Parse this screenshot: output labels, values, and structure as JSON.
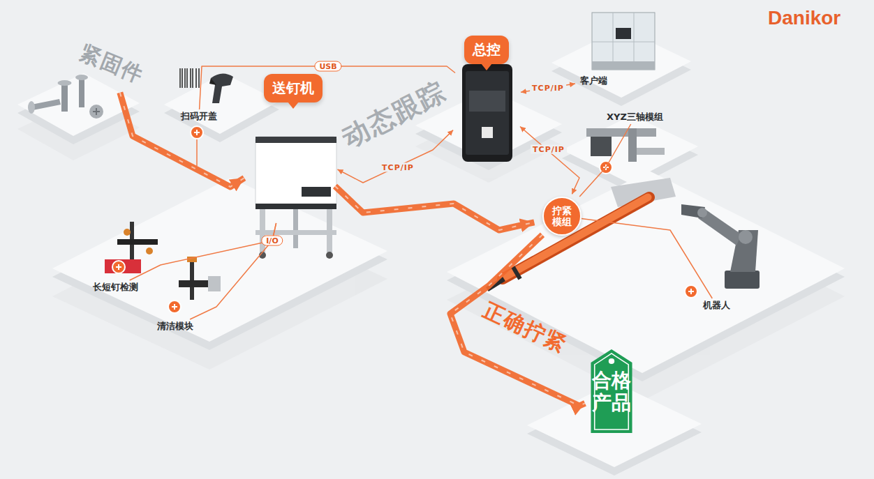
{
  "diagram": {
    "nodes": [
      {
        "text": [
          "紧固件"
        ]
      },
      {
        "text": [
          "扫码开盖"
        ]
      },
      {
        "text": [
          "送钉机"
        ]
      },
      {
        "text": [
          "长短钉检测"
        ]
      },
      {
        "text": [
          "清洁模块"
        ]
      },
      {
        "text": [
          "总控"
        ]
      },
      {
        "text": [
          "客户端"
        ]
      },
      {
        "text": [
          "XYZ三轴模组"
        ]
      },
      {
        "text": [
          "拧紧模组"
        ]
      },
      {
        "text": [
          "机器人"
        ]
      },
      {
        "text": [
          "合格产品"
        ]
      }
    ],
    "edges": [
      {
        "from": 0,
        "to": 2,
        "arrow": "to"
      },
      {
        "from": 1,
        "to": 5,
        "label": "USB",
        "arrow": "none"
      },
      {
        "from": 2,
        "to": 5,
        "label": "TCP/IP",
        "arrow": "both"
      },
      {
        "from": 5,
        "to": 6,
        "label": "TCP/IP",
        "arrow": "both"
      },
      {
        "from": 5,
        "to": 8,
        "label": "TCP/IP",
        "arrow": "both"
      },
      {
        "from": 2,
        "to": 8,
        "arrow": "to"
      },
      {
        "from": 8,
        "to": 10,
        "label": "正确拧紧",
        "arrow": "to"
      },
      {
        "from": 2,
        "to": 3,
        "label": "I/O",
        "arrow": "none"
      },
      {
        "from": 2,
        "to": 4,
        "arrow": "none"
      },
      {
        "from": 7,
        "to": 8,
        "arrow": "none"
      },
      {
        "from": 9,
        "to": 8,
        "arrow": "none"
      }
    ],
    "labels": [
      "Danikor",
      "动态跟踪"
    ]
  }
}
